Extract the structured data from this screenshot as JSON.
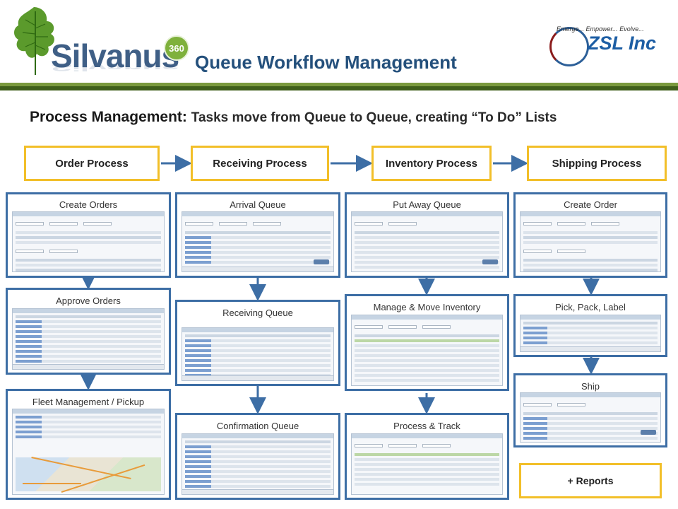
{
  "brand": {
    "name": "Silvanus",
    "badge": "360"
  },
  "page_title": "Queue Workflow Management",
  "partner": {
    "name": "ZSL Inc",
    "tagline": "Emerge... Empower... Evolve..."
  },
  "subtitle": {
    "lead": "Process Management:",
    "rest": "Tasks move from Queue to Queue, creating “To Do” Lists"
  },
  "processes": [
    {
      "label": "Order Process"
    },
    {
      "label": "Receiving Process"
    },
    {
      "label": "Inventory Process"
    },
    {
      "label": "Shipping Process"
    }
  ],
  "panels": {
    "create_orders": "Create Orders",
    "approve_orders": "Approve Orders",
    "fleet_management": "Fleet Management / Pickup",
    "arrival_queue": "Arrival Queue",
    "receiving_queue": "Receiving Queue",
    "confirmation_queue": "Confirmation Queue",
    "put_away_queue": "Put Away Queue",
    "manage_inventory": "Manage & Move Inventory",
    "process_track": "Process & Track",
    "create_order": "Create Order",
    "pick_pack_label": "Pick, Pack, Label",
    "ship": "Ship"
  },
  "reports_label": "+ Reports",
  "colors": {
    "accent_border": "#f2bf29",
    "panel_border": "#3d6ea5",
    "arrow": "#3d6ea5",
    "title": "#24507c"
  }
}
